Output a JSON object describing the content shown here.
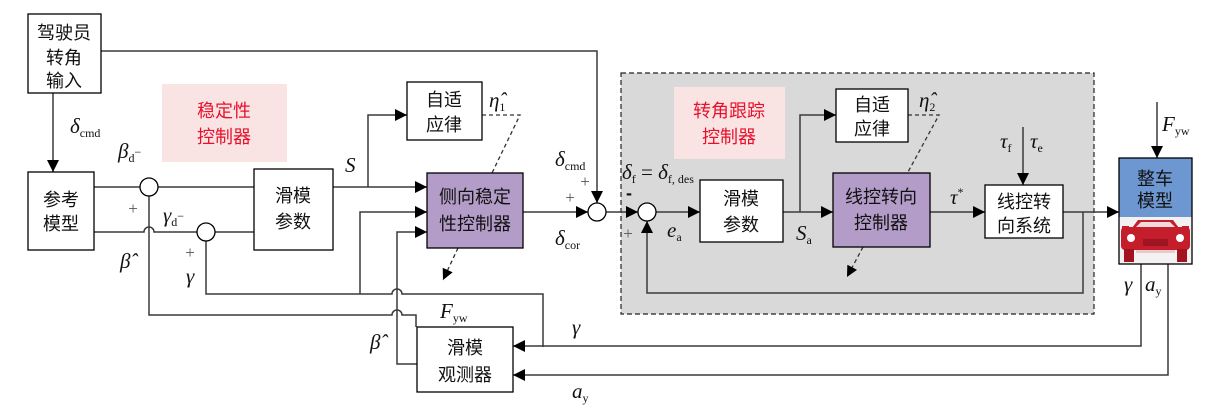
{
  "colors": {
    "controller_fill": "#b39cc8",
    "group_fill": "#d9d9d9",
    "label_bg": "#fae3e3",
    "label_text": "#e8112d",
    "vehicle_fill": "#6c97d1",
    "car_red": "#c41e2c"
  },
  "group_labels": {
    "stability_controller": [
      "稳定性",
      "控制器"
    ],
    "tracking_controller": [
      "转角跟踪",
      "控制器"
    ]
  },
  "blocks": {
    "driver_input": [
      "驾驶员",
      "转角",
      "输入"
    ],
    "reference_model": [
      "参考",
      "模型"
    ],
    "sliding_params_1": [
      "滑模",
      "参数"
    ],
    "adaptive_law_1": [
      "自适",
      "应律"
    ],
    "lateral_controller": [
      "侧向稳定",
      "性控制器"
    ],
    "observer": [
      "滑模",
      "观测器"
    ],
    "sliding_params_2": [
      "滑模",
      "参数"
    ],
    "adaptive_law_2": [
      "自适",
      "应律"
    ],
    "sbw_controller": [
      "线控转向",
      "控制器"
    ],
    "sbw_system": [
      "线控转",
      "向系统"
    ],
    "vehicle_model": [
      "整车",
      "模型"
    ]
  },
  "signals": {
    "delta_cmd_driver": {
      "sym": "δ",
      "sub": "cmd"
    },
    "beta_d": {
      "sym": "β",
      "sub": "d",
      "sup": "−"
    },
    "gamma_d": {
      "sym": "γ",
      "sub": "d",
      "sup": "−"
    },
    "beta_hat_ref": {
      "sym": "β̂"
    },
    "gamma_fb": {
      "sym": "γ"
    },
    "S": {
      "sym": "S"
    },
    "eta1_hat": {
      "sym": "η̂",
      "sub": "1"
    },
    "delta_cmd_sum": {
      "sym": "δ",
      "sub": "cmd"
    },
    "delta_cor": {
      "sym": "δ",
      "sub": "cor"
    },
    "delta_f": {
      "sym": "δ",
      "sub": "f",
      "eq": " = ",
      "sym2": "δ",
      "sub2": "f, des"
    },
    "e_a": {
      "sym": "e",
      "sub": "a"
    },
    "S_a": {
      "sym": "S",
      "sub": "a"
    },
    "eta2_hat": {
      "sym": "η̂",
      "sub": "2"
    },
    "tau_star": {
      "sym": "τ",
      "sup": "*"
    },
    "tau_f": {
      "sym": "τ",
      "sub": "f"
    },
    "tau_e": {
      "sym": "τ",
      "sub": "e"
    },
    "F_yw_vehicle": {
      "sym": "F",
      "sub": "yw"
    },
    "gamma_vehicle": {
      "sym": "γ"
    },
    "a_y_vehicle": {
      "sym": "a",
      "sub": "y"
    },
    "F_yw_observer": {
      "sym": "F",
      "sub": "yw"
    },
    "beta_hat_observer": {
      "sym": "β̂"
    },
    "gamma_observer": {
      "sym": "γ"
    },
    "a_y_observer": {
      "sym": "a",
      "sub": "y"
    }
  },
  "signs": {
    "plus": "+",
    "minus": "-"
  }
}
